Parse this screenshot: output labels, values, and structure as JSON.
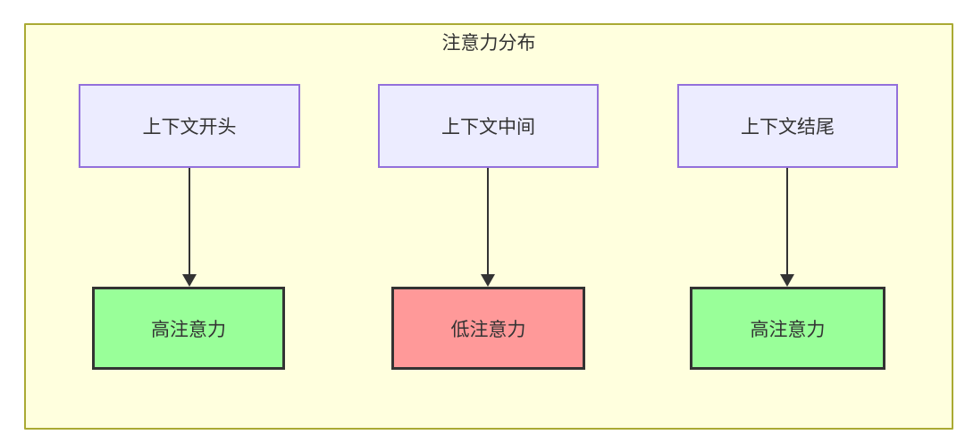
{
  "diagram": {
    "type": "flowchart",
    "title": "注意力分布",
    "colors": {
      "canvas_bg": "#ffffff",
      "container_bg": "#ffffde",
      "container_border": "#aaaa33",
      "context_node_bg": "#ECECFF",
      "context_node_border": "#9370DB",
      "high_attention_bg": "#99ff99",
      "low_attention_bg": "#ff9999",
      "attention_node_border": "#333333",
      "arrow": "#333333",
      "text": "#333333"
    },
    "columns": [
      {
        "source": "上下文开头",
        "target": "高注意力",
        "attention": "high"
      },
      {
        "source": "上下文中间",
        "target": "低注意力",
        "attention": "low"
      },
      {
        "source": "上下文结尾",
        "target": "高注意力",
        "attention": "high"
      }
    ]
  }
}
